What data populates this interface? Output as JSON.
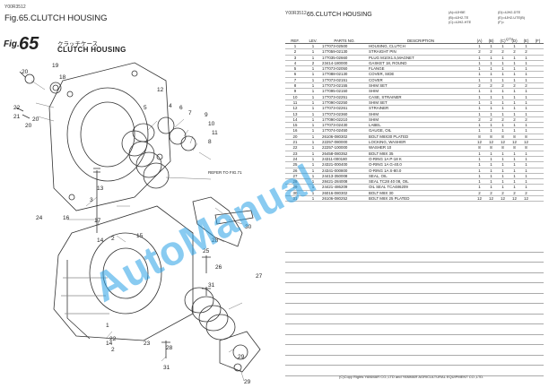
{
  "doc_code": "Y00R3512",
  "left": {
    "fig_title": "Fig.65.CLUTCH HOUSING",
    "fig_word": "Fig.",
    "fig_number": "65",
    "jp_title": "クラッチケース",
    "en_title": "CLUTCH HOUSING",
    "refer_note": "REFER TO FIG.71",
    "callouts": [
      "20",
      "19",
      "18",
      "22",
      "21",
      "20",
      "20",
      "12",
      "9",
      "10",
      "11",
      "4",
      "5",
      "6",
      "7",
      "8",
      "13",
      "3",
      "17",
      "14",
      "16",
      "24",
      "15",
      "2",
      "28",
      "30",
      "26",
      "25",
      "31",
      "1",
      "23",
      "22",
      "27",
      "29",
      "29",
      "31",
      "28",
      "14",
      "2"
    ]
  },
  "right": {
    "title": "65.CLUTCH HOUSING",
    "variants": [
      [
        "(A)=4JH5E",
        "(D)=4JH2-DTE"
      ],
      [
        "(B)=4JH2-TE",
        "(E)=4JH2-UTE(B)"
      ],
      [
        "(C)=4JH2-HTE",
        "(F)="
      ]
    ],
    "headers": {
      "ref": "REF.",
      "lev": "LEV.",
      "part": "PARTS NO.",
      "desc": "DESCRIPTION",
      "qty": "QTY",
      "cols": [
        "(A)",
        "(B)",
        "(C)",
        "(D)",
        "(E)",
        "(F)"
      ]
    },
    "rows": [
      {
        "ref": "1",
        "lev": "1",
        "part": "177073-02500",
        "desc": "HOUSING, CLUTCH",
        "q": [
          "1",
          "1",
          "1",
          "1",
          "1",
          ""
        ]
      },
      {
        "ref": "2",
        "lev": "1",
        "part": "177059-02130",
        "desc": "STRAIGHT PIN",
        "q": [
          "2",
          "2",
          "2",
          "2",
          "2",
          ""
        ]
      },
      {
        "ref": "3",
        "lev": "1",
        "part": "177035-02660",
        "desc": "PLUG M10X1.5,MAGNET",
        "q": [
          "1",
          "1",
          "1",
          "1",
          "1",
          ""
        ]
      },
      {
        "ref": "4",
        "lev": "2",
        "part": "23414-180000",
        "desc": "GASKET 18, ROUND",
        "q": [
          "1",
          "1",
          "1",
          "1",
          "1",
          ""
        ]
      },
      {
        "ref": "5",
        "lev": "1",
        "part": "177073-02050",
        "desc": "FLANGE",
        "q": [
          "1",
          "1",
          "1",
          "1",
          "1",
          ""
        ]
      },
      {
        "ref": "6",
        "lev": "1",
        "part": "177088-02130",
        "desc": "COVER, SIDE",
        "q": [
          "1",
          "1",
          "1",
          "1",
          "1",
          ""
        ]
      },
      {
        "ref": "7",
        "lev": "1",
        "part": "177073-02151",
        "desc": "COVER",
        "q": [
          "1",
          "1",
          "1",
          "1",
          "1",
          ""
        ]
      },
      {
        "ref": "8",
        "lev": "1",
        "part": "177073-02155",
        "desc": "SHIM SET",
        "q": [
          "2",
          "2",
          "2",
          "2",
          "2",
          ""
        ]
      },
      {
        "ref": "9",
        "lev": "1",
        "part": "177095-02150",
        "desc": "SHIM",
        "q": [
          "1",
          "1",
          "1",
          "1",
          "1",
          ""
        ]
      },
      {
        "ref": "10",
        "lev": "1",
        "part": "177073-02251",
        "desc": "CASE, STRAINER",
        "q": [
          "1",
          "1",
          "1",
          "1",
          "1",
          ""
        ]
      },
      {
        "ref": "11",
        "lev": "1",
        "part": "177090-02250",
        "desc": "SHIM SET",
        "q": [
          "1",
          "1",
          "1",
          "1",
          "1",
          ""
        ]
      },
      {
        "ref": "12",
        "lev": "1",
        "part": "177073-02261",
        "desc": "STRAINER",
        "q": [
          "1",
          "1",
          "1",
          "1",
          "1",
          ""
        ]
      },
      {
        "ref": "13",
        "lev": "1",
        "part": "177073-02360",
        "desc": "SHIM",
        "q": [
          "1",
          "1",
          "1",
          "1",
          "1",
          ""
        ]
      },
      {
        "ref": "14",
        "lev": "1",
        "part": "177090-02210",
        "desc": "SHIM",
        "q": [
          "2",
          "2",
          "2",
          "2",
          "2",
          ""
        ]
      },
      {
        "ref": "15",
        "lev": "1",
        "part": "177073-02430",
        "desc": "LABEL",
        "q": [
          "1",
          "1",
          "1",
          "1",
          "1",
          ""
        ]
      },
      {
        "ref": "16",
        "lev": "1",
        "part": "177074-02450",
        "desc": "GAUGE, OIL",
        "q": [
          "1",
          "1",
          "1",
          "1",
          "1",
          ""
        ]
      },
      {
        "ref": "20",
        "lev": "1",
        "part": "26106-080302",
        "desc": "BOLT M8X30 PLATED",
        "q": [
          "8",
          "8",
          "8",
          "8",
          "8",
          ""
        ]
      },
      {
        "ref": "21",
        "lev": "1",
        "part": "22257-080000",
        "desc": "LOCKING, WASHER",
        "q": [
          "12",
          "12",
          "12",
          "12",
          "12",
          ""
        ]
      },
      {
        "ref": "22",
        "lev": "1",
        "part": "22257-100000",
        "desc": "WASHER 10",
        "q": [
          "8",
          "8",
          "8",
          "8",
          "8",
          ""
        ]
      },
      {
        "ref": "23",
        "lev": "1",
        "part": "26458-080352",
        "desc": "BOLT M8X 35",
        "q": [
          "1",
          "1",
          "1",
          "1",
          "1",
          ""
        ]
      },
      {
        "ref": "24",
        "lev": "1",
        "part": "24311-000180",
        "desc": "O-RING 1A P-18 K",
        "q": [
          "1",
          "1",
          "1",
          "1",
          "1",
          ""
        ]
      },
      {
        "ref": "25",
        "lev": "1",
        "part": "24321-000400",
        "desc": "O-RING 1A G-40.0",
        "q": [
          "1",
          "1",
          "1",
          "1",
          "1",
          ""
        ]
      },
      {
        "ref": "26",
        "lev": "1",
        "part": "24341-000800",
        "desc": "O-RING 1A S-80.0",
        "q": [
          "1",
          "1",
          "1",
          "1",
          "1",
          ""
        ]
      },
      {
        "ref": "27",
        "lev": "1",
        "part": "24413-350008",
        "desc": "SEAL, OIL",
        "q": [
          "1",
          "1",
          "1",
          "1",
          "1",
          ""
        ]
      },
      {
        "ref": "28",
        "lev": "1",
        "part": "28421-284008",
        "desc": "SEAL TC28 40 08, OIL",
        "q": [
          "1",
          "1",
          "1",
          "1",
          "1",
          ""
        ]
      },
      {
        "ref": "29",
        "lev": "1",
        "part": "24421-486209",
        "desc": "OIL SEAL TCA486209",
        "q": [
          "1",
          "1",
          "1",
          "1",
          "1",
          ""
        ]
      },
      {
        "ref": "30",
        "lev": "1",
        "part": "26016-080302",
        "desc": "BOLT M8X 30",
        "q": [
          "2",
          "2",
          "2",
          "2",
          "2",
          ""
        ]
      },
      {
        "ref": "31",
        "lev": "1",
        "part": "26106-080252",
        "desc": "BOLT M8X 25 PLATED",
        "q": [
          "12",
          "12",
          "12",
          "12",
          "12",
          ""
        ]
      }
    ],
    "copyright": "(C)Copy Rights YANMAR CO.,LTD and YANMAR AGRICULTURAL EQUIPMENT CO.,LTD."
  },
  "watermark": "AutoManual",
  "colors": {
    "watermark": "#28a0e6",
    "ink": "#222222",
    "line": "#666666"
  }
}
